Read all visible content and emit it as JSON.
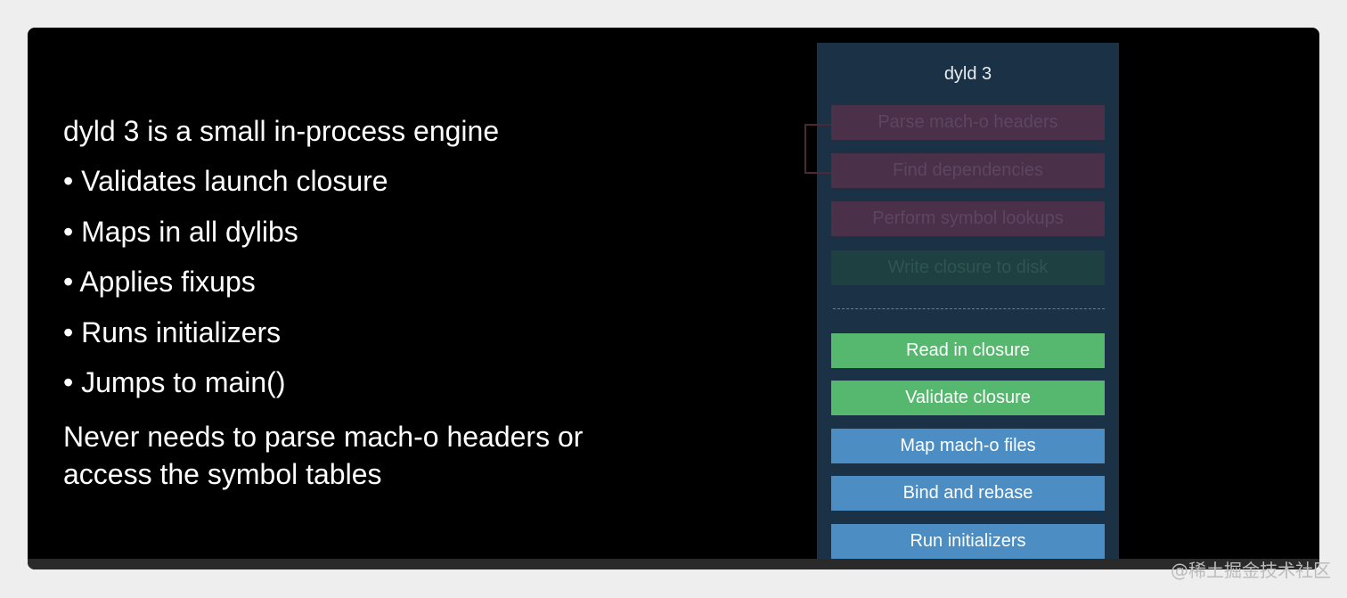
{
  "slide": {
    "headline": "dyld 3 is a small in-process engine",
    "bullets": [
      "• Validates launch closure",
      "• Maps in all dylibs",
      "• Applies fixups",
      "• Runs initializers",
      "• Jumps to main()"
    ],
    "summary_line1": "Never needs to parse mach-o headers or",
    "summary_line2": "access the symbol tables"
  },
  "panel": {
    "title": "dyld 3",
    "steps": [
      {
        "label": "Parse mach-o headers",
        "state": "faded-red"
      },
      {
        "label": "Find dependencies",
        "state": "faded-red"
      },
      {
        "label": "Perform symbol lookups",
        "state": "faded-red"
      },
      {
        "label": "Write closure to disk",
        "state": "faded-green"
      },
      {
        "label": "Read in closure",
        "state": "green"
      },
      {
        "label": "Validate closure",
        "state": "green"
      },
      {
        "label": "Map mach-o files",
        "state": "blue"
      },
      {
        "label": "Bind and rebase",
        "state": "blue"
      },
      {
        "label": "Run initializers",
        "state": "blue"
      }
    ]
  },
  "colors": {
    "background": "#000000",
    "panel": "#1b3145",
    "faded_red": "#4a3049",
    "faded_green": "#1e4041",
    "green": "#55b86e",
    "blue": "#4c8ec4"
  },
  "watermark": "@稀土掘金技术社区"
}
